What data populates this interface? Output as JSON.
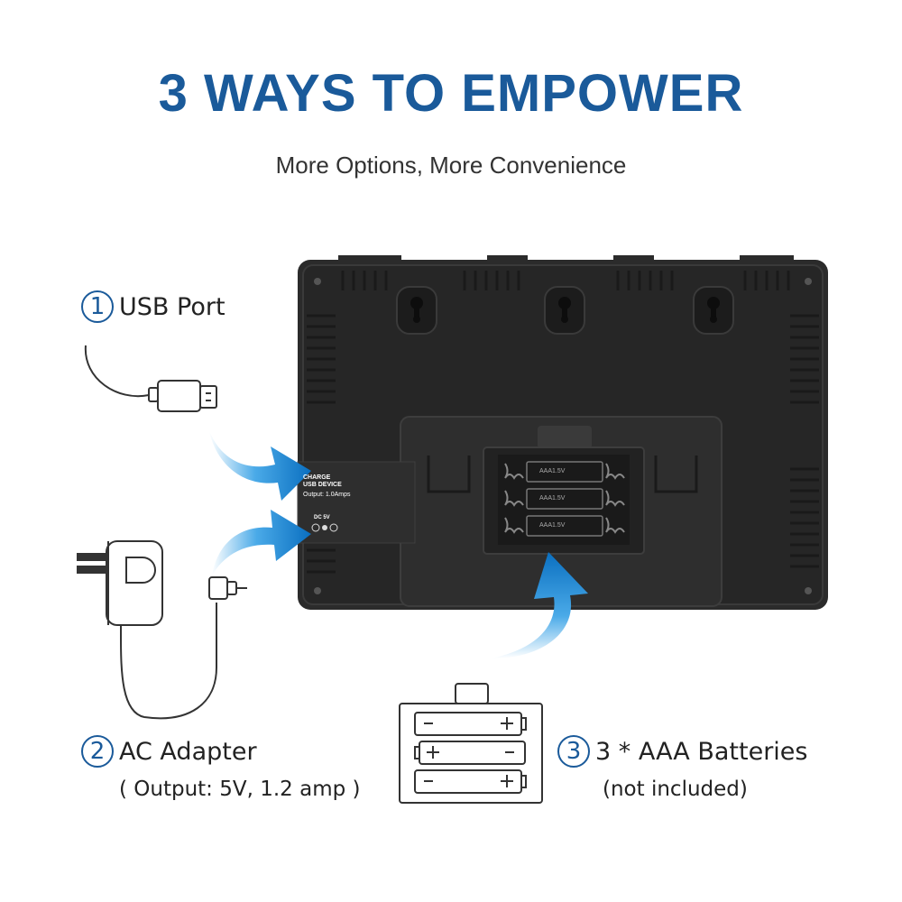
{
  "header": {
    "title": "3 WAYS TO EMPOWER",
    "subtitle": "More Options, More Convenience"
  },
  "options": [
    {
      "number": "1",
      "label": "USB Port"
    },
    {
      "number": "2",
      "label": "AC Adapter",
      "note": "( Output: 5V, 1.2 amp )"
    },
    {
      "number": "3",
      "label": "3 * AAA Batteries",
      "note": "(not included)"
    }
  ],
  "device": {
    "port_label_line1": "CHARGE",
    "port_label_line2": "USB DEVICE",
    "port_output": "Output: 1.0Amps",
    "dc_label": "DC 5V",
    "battery_cells": [
      "AAA1.5V",
      "AAA1.5V",
      "AAA1.5V"
    ]
  },
  "colors": {
    "accent": "#1a5a9a",
    "arrow": "#1e8fd8",
    "device": "#2a2a2a"
  },
  "icons": [
    "usb-cable-icon",
    "ac-adapter-icon",
    "battery-pack-icon",
    "arrow-icon"
  ]
}
